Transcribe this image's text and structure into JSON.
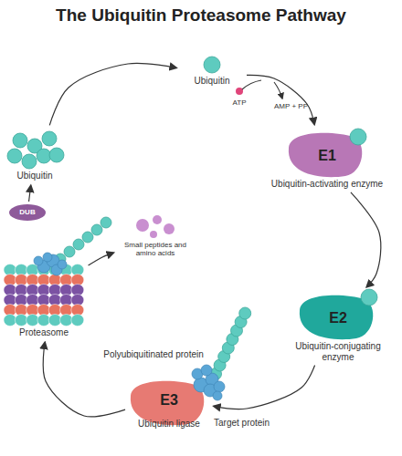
{
  "diagram": {
    "title": "The Ubiquitin Proteasome Pathway",
    "nodes": [
      {
        "text": [
          "Ubiquitin"
        ]
      },
      {
        "text": [
          "E1",
          "Ubiquitin-activating enzyme"
        ]
      },
      {
        "text": [
          "Ubiquitin"
        ]
      },
      {
        "text": [
          "DUB"
        ]
      },
      {
        "text": [
          "Small peptides and amino acids"
        ]
      },
      {
        "text": [
          "Proteasome"
        ]
      },
      {
        "text": [
          "E2",
          "Ubiquitin-conjugating enzyme"
        ]
      },
      {
        "text": [
          "E3",
          "Ubiquitin ligase"
        ]
      }
    ],
    "edges": [
      {
        "from": 0,
        "to": 1,
        "arrow": "to"
      },
      {
        "from": 1,
        "to": 6,
        "arrow": "to"
      },
      {
        "from": 6,
        "to": 7,
        "arrow": "to"
      },
      {
        "from": 7,
        "to": 5,
        "arrow": "to"
      },
      {
        "from": 5,
        "to": 4,
        "arrow": "to"
      },
      {
        "from": 3,
        "to": 2,
        "arrow": "to"
      },
      {
        "from": 2,
        "to": 0,
        "arrow": "to"
      }
    ],
    "labels": [
      "ATP",
      "AMP + PP",
      "Polyubiquitinated protein",
      "Target protein"
    ]
  }
}
